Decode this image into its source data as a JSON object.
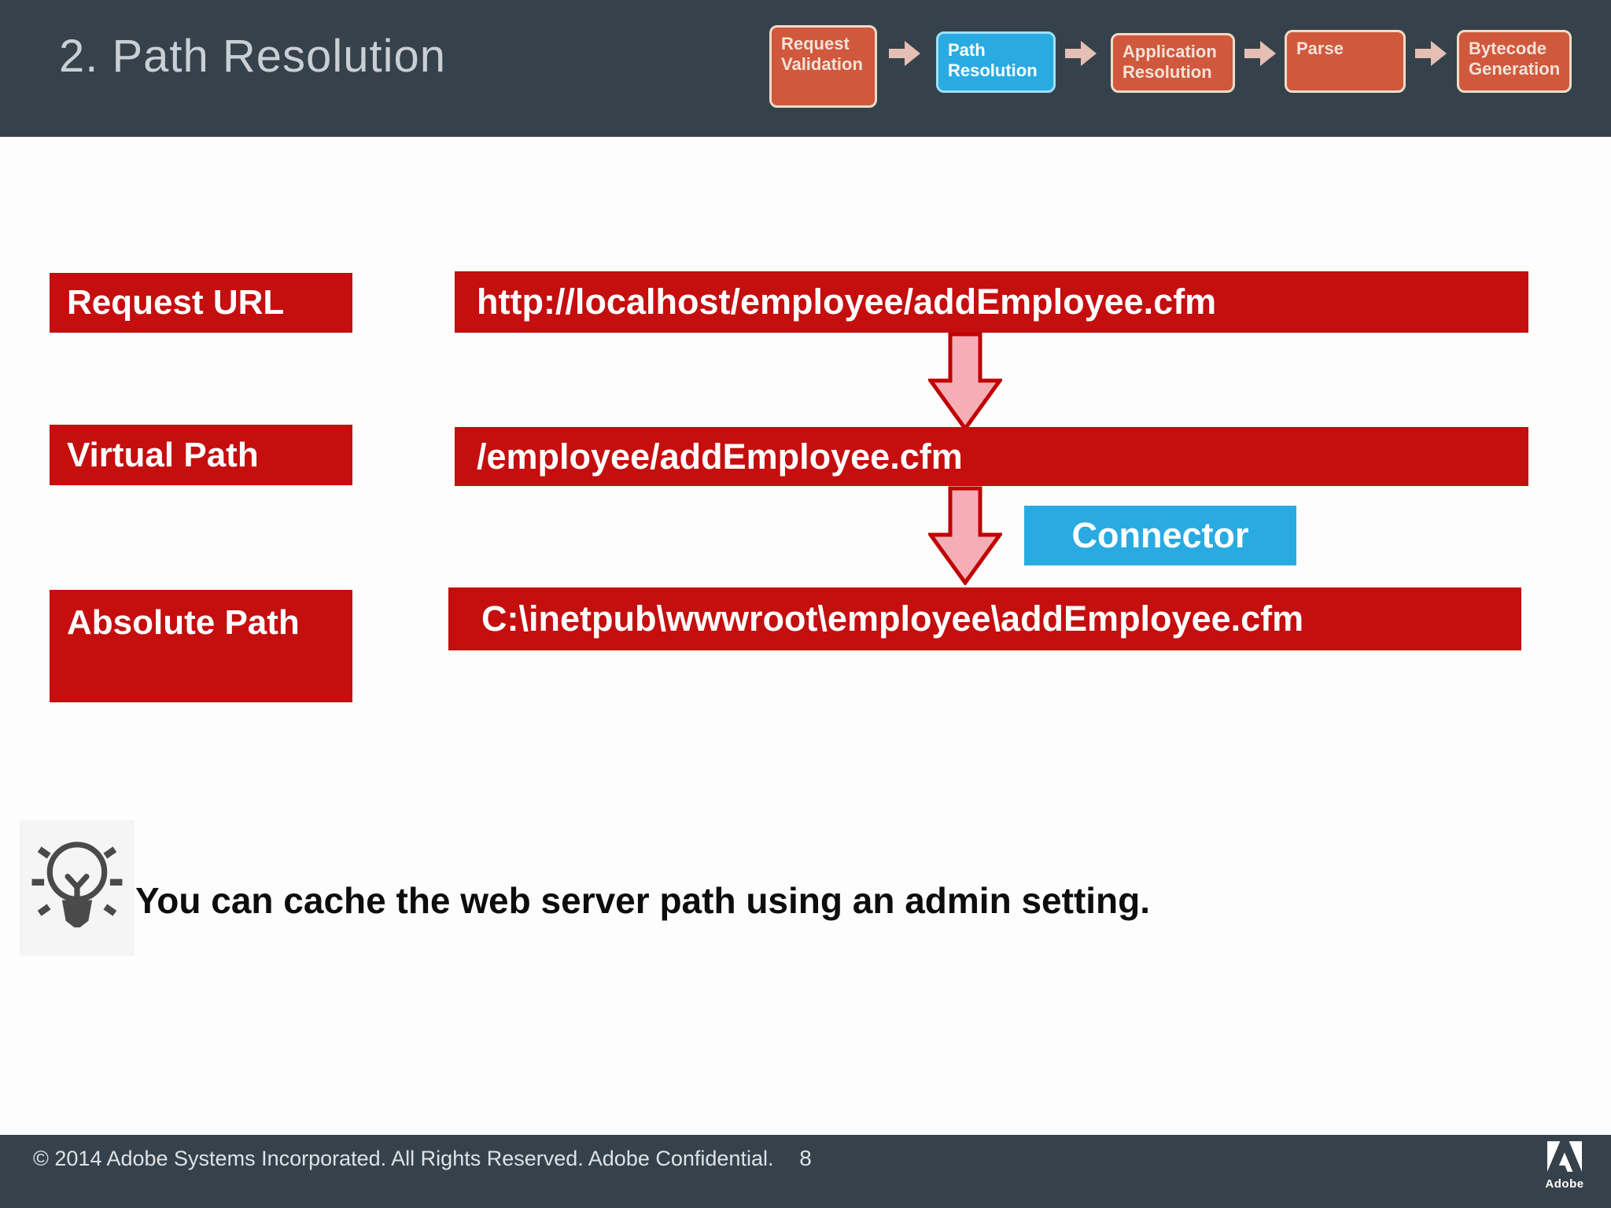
{
  "header": {
    "title": "2. Path Resolution",
    "pipeline": [
      {
        "label": "Request Validation",
        "active": false
      },
      {
        "label": "Path Resolution",
        "active": true
      },
      {
        "label": "Application Resolution",
        "active": false
      },
      {
        "label": "Parse",
        "active": false
      },
      {
        "label": "Bytecode Generation",
        "active": false
      }
    ]
  },
  "rows": [
    {
      "label": "Request URL",
      "value": "http://localhost/employee/addEmployee.cfm"
    },
    {
      "label": "Virtual Path",
      "value": "/employee/addEmployee.cfm"
    },
    {
      "label": "Absolute Path",
      "value": "C:\\inetpub\\wwwroot\\employee\\addEmployee.cfm"
    }
  ],
  "connector_label": "Connector",
  "tip": {
    "icon": "lightbulb-icon",
    "text": "You can cache the web server path using an admin setting."
  },
  "footer": {
    "copyright": "© 2014 Adobe Systems Incorporated.  All Rights Reserved.  Adobe Confidential.",
    "page_number": "8",
    "brand": "Adobe"
  },
  "colors": {
    "header_bg": "#36424B",
    "accent_red": "#C50E0E",
    "accent_blue": "#29ABE2",
    "pipeline_orange": "#D0583C",
    "arrow_pink_fill": "#F6AEB6",
    "arrow_pink_border": "#C00101",
    "flow_arrow": "#E5BFB4"
  }
}
